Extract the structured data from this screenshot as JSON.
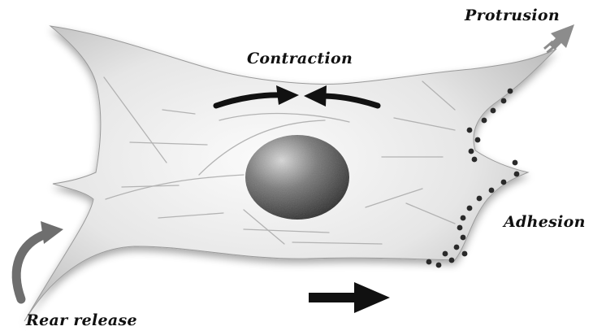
{
  "labels": {
    "protrusion": "Protrusion",
    "contraction": "Contraction",
    "adhesion": "Adhesion",
    "rear_release": "Rear release"
  },
  "colors": {
    "cell_fill_light": "#f2f2f2",
    "cell_fill_dark": "#b8b8b8",
    "nucleus_dark": "#3a3a3a",
    "arrow_black": "#111111",
    "arrow_gray": "#8c8c8c",
    "adhesion_dots": "#2a2a2a"
  }
}
